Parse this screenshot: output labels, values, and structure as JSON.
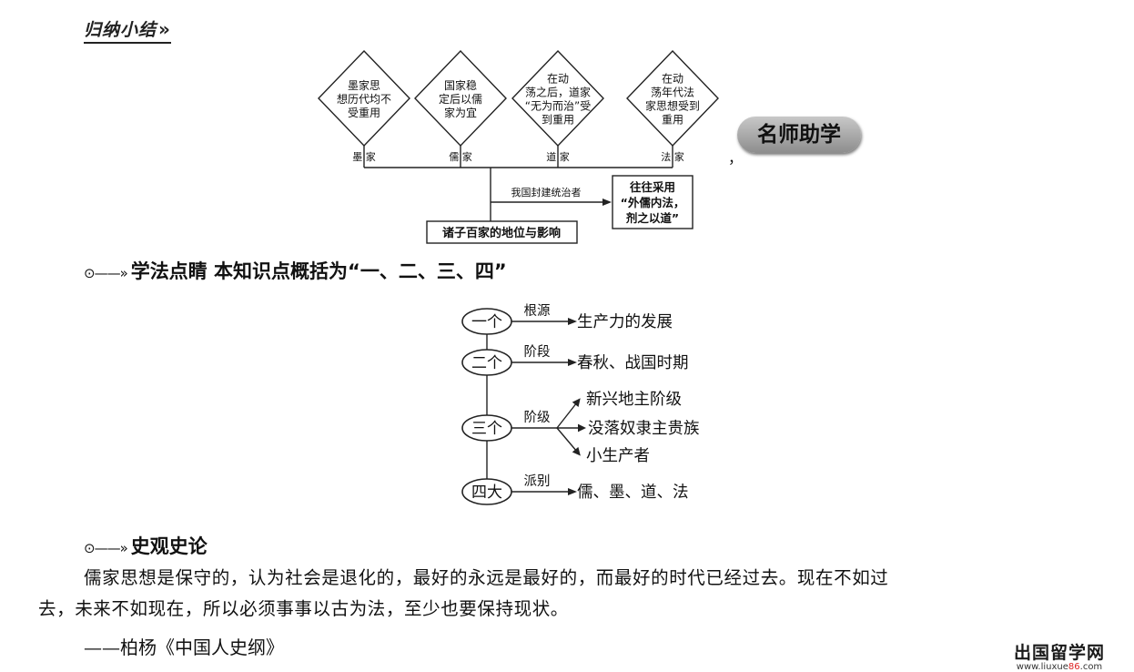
{
  "summary": {
    "heading": "归纳小结",
    "arrows": "»"
  },
  "diagram1": {
    "diamonds": [
      {
        "lines": [
          "墨家思",
          "想历代均不",
          "受重用"
        ]
      },
      {
        "lines": [
          "国家稳",
          "定后以儒",
          "家为宜"
        ]
      },
      {
        "lines": [
          "在动",
          "荡之后，道家",
          "“无为而治”受",
          "到重用"
        ]
      },
      {
        "lines": [
          "在动",
          "荡年代法",
          "家思想受到",
          "重用"
        ]
      }
    ],
    "schools": [
      "墨 家",
      "儒 家",
      "道 家",
      "法 家"
    ],
    "arrow_label": "我国封建统治者",
    "result_lines": [
      "往往采用",
      "“外儒内法，",
      "剂之以道”"
    ],
    "root_label": "诸子百家的地位与影响"
  },
  "badge": "名师助学",
  "comma": "，",
  "section_study": {
    "marker": "⊙——»",
    "text": "学法点睛  本知识点概括为“一、二、三、四”"
  },
  "diagram2": {
    "rows": [
      {
        "node": "一个",
        "label": "根源",
        "targets": [
          "生产力的发展"
        ]
      },
      {
        "node": "二个",
        "label": "阶段",
        "targets": [
          "春秋、战国时期"
        ]
      },
      {
        "node": "三个",
        "label": "阶级",
        "targets": [
          "新兴地主阶级",
          "没落奴隶主贵族",
          "小生产者"
        ]
      },
      {
        "node": "四大",
        "label": "派别",
        "targets": [
          "儒、墨、道、法"
        ]
      }
    ]
  },
  "section_history": {
    "marker": "⊙——»",
    "text": "史观史论"
  },
  "paragraph": {
    "line1": "儒家思想是保守的，认为社会是退化的，最好的永远是最好的，而最好的时代已经过去。现在不如过",
    "line2": "去，未来不如现在，所以必须事事以古为法，至少也要保持现状。"
  },
  "quote": "——柏杨《中国人史纲》",
  "watermark": {
    "cn": "出国留学网",
    "url_prefix": "www.liuxue",
    "url_accent": "86",
    "url_suffix": ".com"
  }
}
